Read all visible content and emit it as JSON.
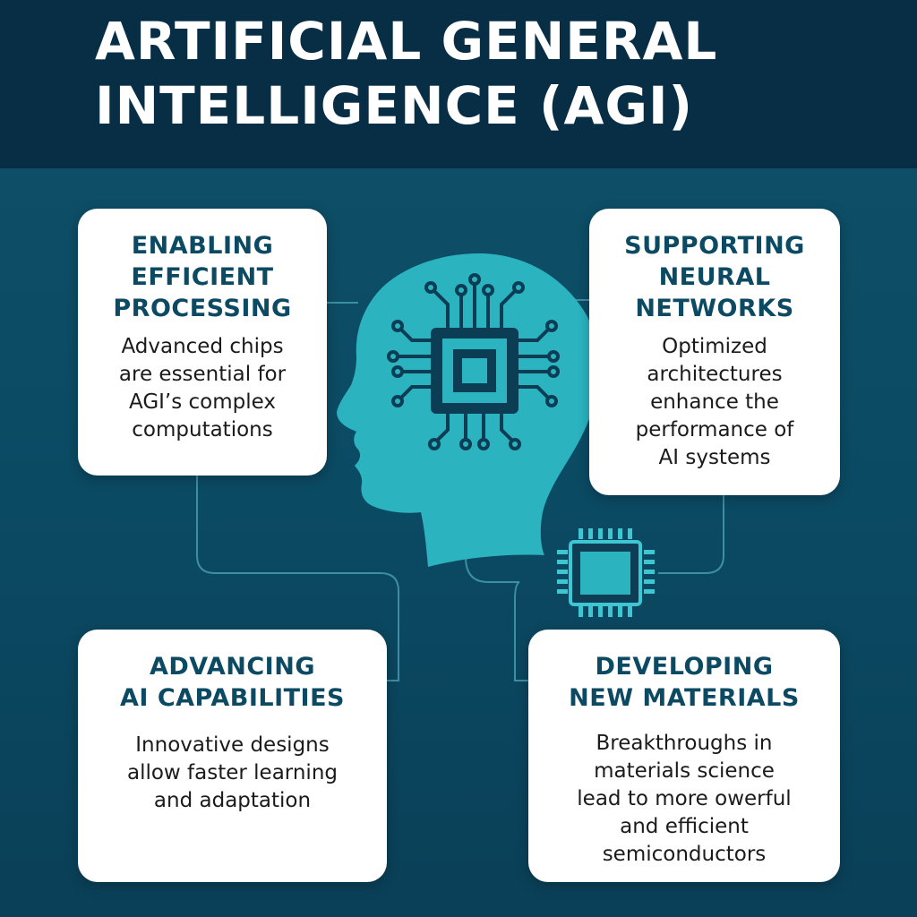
{
  "title": {
    "line1": "ARTIFICIAL GENERAL",
    "line2": "INTELLIGENCE (AGI)"
  },
  "cards": [
    {
      "title_lines": [
        "ENABLING",
        "EFFICIENT",
        "PROCESSING"
      ],
      "text_lines": [
        "Advanced chips",
        "are essential for",
        "AGI’s complex",
        "computations"
      ]
    },
    {
      "title_lines": [
        "SUPPORTING",
        "NEURAL",
        "NETWORKS"
      ],
      "text_lines": [
        "Optimized",
        "architectures",
        "enhance the",
        "performance of",
        "AI systems"
      ]
    },
    {
      "title_lines": [
        "ADVANCING",
        "AI CAPABILITIES"
      ],
      "text_lines": [
        "Innovative designs",
        "allow faster learning",
        "and adaptation"
      ]
    },
    {
      "title_lines": [
        "DEVELOPING",
        "NEW MATERIALS"
      ],
      "text_lines": [
        "Breakthroughs in",
        "materials science",
        "lead to more owerful",
        "and efficient",
        "semiconductors"
      ]
    }
  ],
  "colors": {
    "header_bg": "#072e45",
    "background": "#0b4a63",
    "head_silhouette": "#2bb3c0",
    "chip_dark": "#0b3d55",
    "card_title": "#0c4a63"
  },
  "icons": [
    "head-silhouette-icon",
    "chip-icon",
    "small-chip-icon"
  ]
}
